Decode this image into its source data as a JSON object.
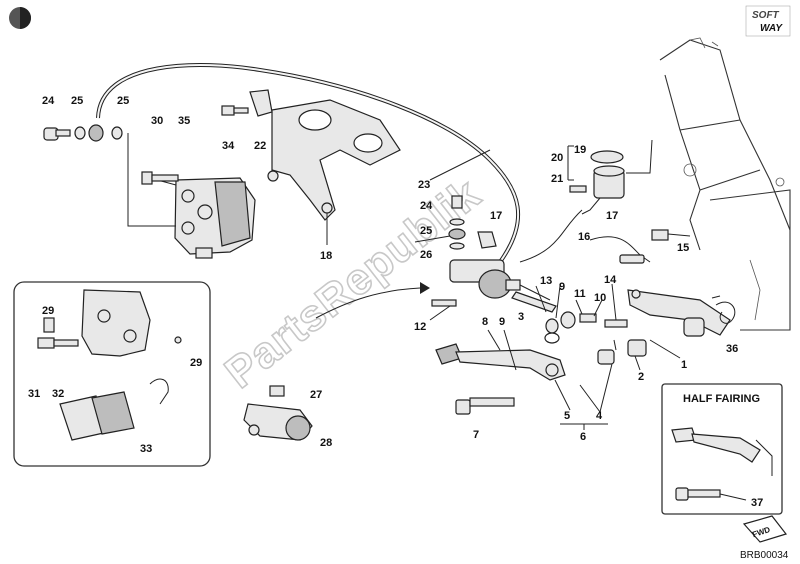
{
  "header": {
    "brand_logo": "SOFT WAY",
    "brand_line1": "SOFT",
    "brand_line2": "WAY",
    "corner_mark_icon": "circle-mark-icon"
  },
  "watermark": "PartsRepublik",
  "callouts": {
    "c24a": "24",
    "c25a": "25",
    "c25b": "25",
    "c30": "30",
    "c35": "35",
    "c34": "34",
    "c22": "22",
    "c18": "18",
    "c23": "23",
    "c19": "19",
    "c20": "20",
    "c21": "21",
    "c17a": "17",
    "c17b": "17",
    "c24b": "24",
    "c25c": "25",
    "c26": "26",
    "c16": "16",
    "c15": "15",
    "c12": "12",
    "c13": "13",
    "c9a": "9",
    "c11": "11",
    "c10": "10",
    "c14": "14",
    "c3": "3",
    "c8": "8",
    "c9b": "9",
    "c36": "36",
    "c1": "1",
    "c2": "2",
    "c5": "5",
    "c4": "4",
    "c6": "6",
    "c7": "7",
    "c27": "27",
    "c28": "28",
    "c29a": "29",
    "c29b": "29",
    "c31": "31",
    "c32": "32",
    "c33": "33",
    "c37": "37"
  },
  "inset_half_fairing": {
    "title": "HALF FAIRING"
  },
  "footer": {
    "fwd_label": "FWD",
    "drawing_code": "BRB00034"
  },
  "colors": {
    "ink": "#111111",
    "watermark": "#d0d0d0"
  }
}
